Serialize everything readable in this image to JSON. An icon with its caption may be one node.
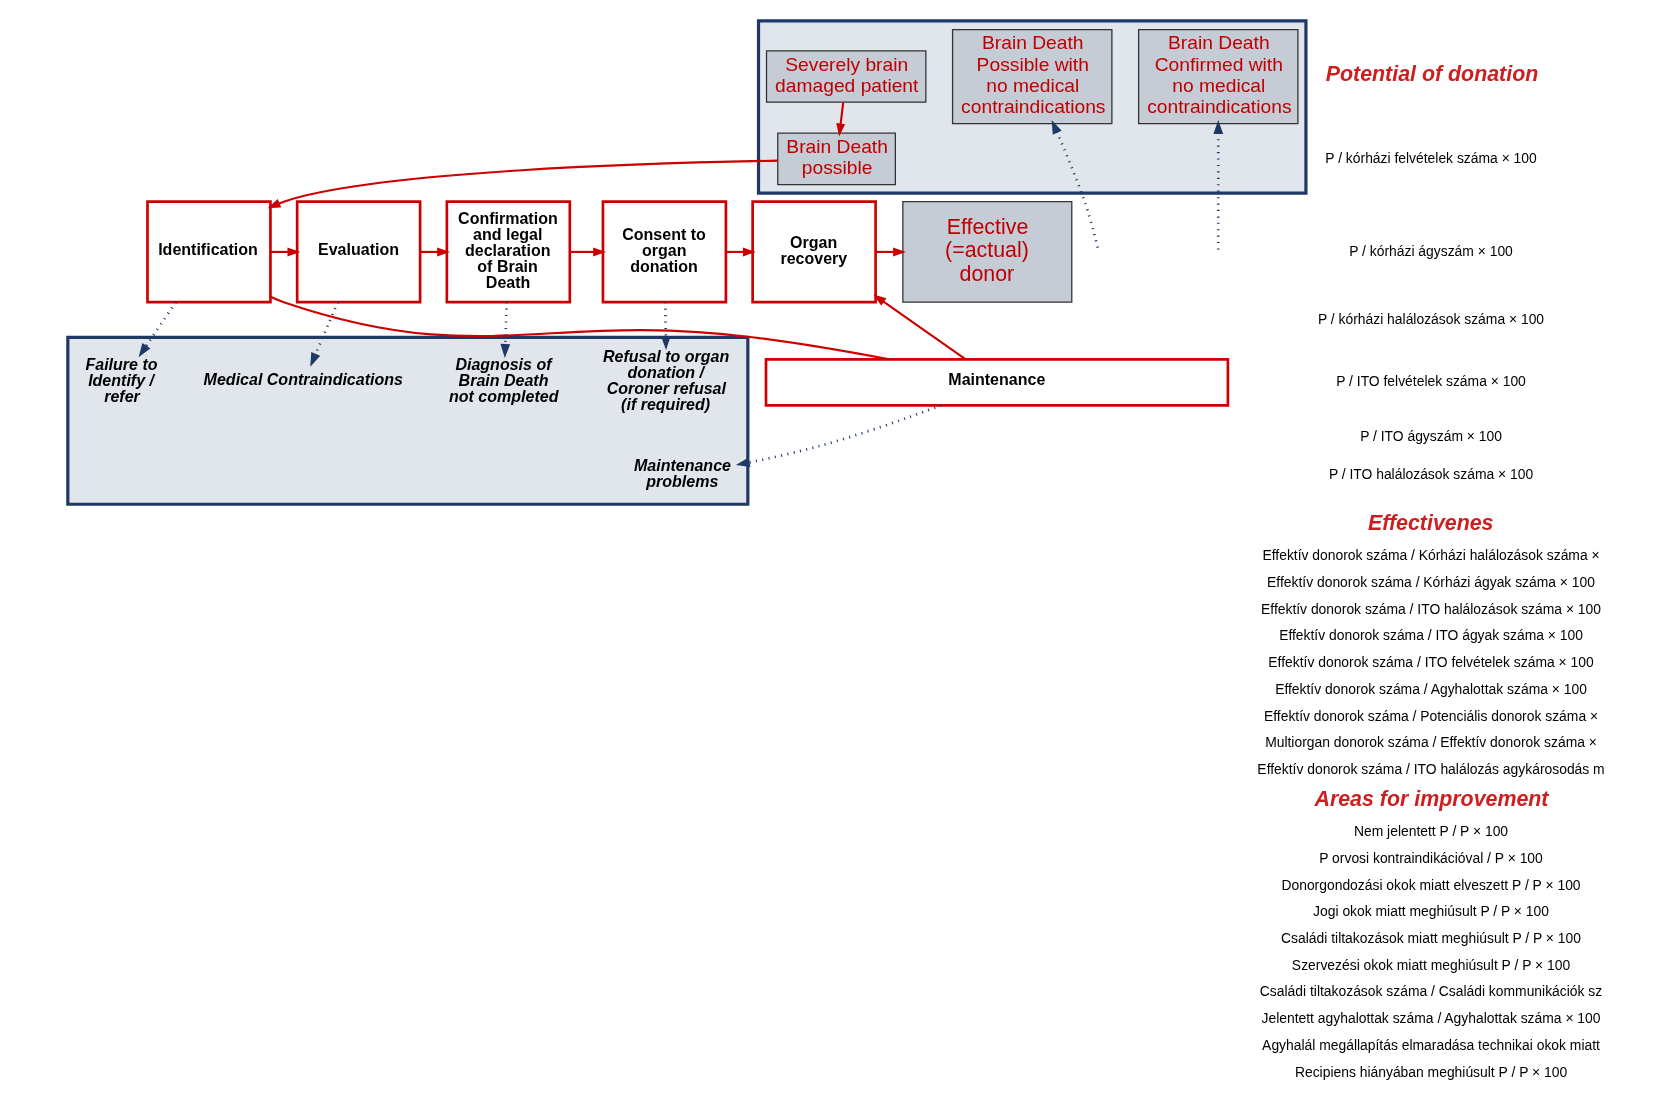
{
  "diagram": {
    "nodes": [
      {
        "text": [],
        "shape": "box"
      },
      {
        "text": [
          "Severely brain damaged patient"
        ],
        "in": 0
      },
      {
        "text": [
          "Brain Death possible"
        ],
        "in": 0
      },
      {
        "text": [
          "Brain Death Possible with no medical contraindications"
        ],
        "in": 0
      },
      {
        "text": [
          "Brain Death Confirmed with no medical contraindications"
        ],
        "in": 0
      },
      {
        "text": [
          "Identification"
        ]
      },
      {
        "text": [
          "Evaluation"
        ]
      },
      {
        "text": [
          "Confirmation and legal declaration of Brain Death"
        ]
      },
      {
        "text": [
          "Consent to organ donation"
        ]
      },
      {
        "text": [
          "Organ recovery"
        ]
      },
      {
        "text": [
          "Effective (=actual) donor"
        ]
      },
      {
        "text": [
          "Maintenance"
        ]
      },
      {
        "text": [],
        "shape": "box"
      },
      {
        "text": [
          "Failure to Identify / refer"
        ],
        "in": 12
      },
      {
        "text": [
          "Medical Contraindications"
        ],
        "in": 12
      },
      {
        "text": [
          "Diagnosis of Brain Death not completed"
        ],
        "in": 12
      },
      {
        "text": [
          "Refusal to organ donation / Coroner refusal (if required)"
        ],
        "in": 12
      },
      {
        "text": [
          "Maintenance problems"
        ],
        "in": 12
      }
    ],
    "edges": [
      {
        "from": 1,
        "to": 2,
        "arrow": "to"
      },
      {
        "from": 2,
        "to": 5,
        "arrow": "to"
      },
      {
        "from": 5,
        "to": 6,
        "arrow": "to"
      },
      {
        "from": 6,
        "to": 7,
        "arrow": "to"
      },
      {
        "from": 7,
        "to": 8,
        "arrow": "to"
      },
      {
        "from": 8,
        "to": 9,
        "arrow": "to"
      },
      {
        "from": 9,
        "to": 10,
        "arrow": "to"
      },
      {
        "from": null,
        "to": 3,
        "arrow": "to",
        "style": "dashed",
        "color": "#1f3864"
      },
      {
        "from": null,
        "to": 4,
        "arrow": "to",
        "style": "dashed",
        "color": "#1f3864"
      },
      {
        "from": 5,
        "to": 11,
        "arrow": "none"
      },
      {
        "from": 11,
        "to": 9,
        "arrow": "to"
      },
      {
        "from": 5,
        "to": 13,
        "arrow": "to",
        "style": "dashed",
        "color": "#1f3864"
      },
      {
        "from": 6,
        "to": 14,
        "arrow": "to",
        "style": "dashed",
        "color": "#1f3864"
      },
      {
        "from": 7,
        "to": 15,
        "arrow": "to",
        "style": "dashed",
        "color": "#1f3864"
      },
      {
        "from": 8,
        "to": 16,
        "arrow": "to",
        "style": "dashed",
        "color": "#1f3864"
      },
      {
        "from": 11,
        "to": 17,
        "arrow": "to",
        "style": "dashed",
        "color": "#1f3864"
      }
    ],
    "labels": [
      "Potential of donation",
      "P / kórházi felvételek száma × 100",
      "P / kórházi ágyszám × 100",
      "P / kórházi halálozások száma × 100",
      "P / ITO felvételek száma × 100",
      "P / ITO ágyszám × 100",
      "P / ITO halálozások száma × 100",
      "Effectivenes",
      "Effektív donorok száma / Kórházi halálozások száma ×",
      "Effektív donorok száma / Kórházi ágyak száma × 100",
      "Effektív donorok száma / ITO halálozások száma × 100",
      "Effektív donorok száma / ITO ágyak száma × 100",
      "Effektív donorok száma / ITO felvételek száma × 100",
      "Effektív donorok száma / Agyhalottak száma × 100",
      "Effektív donorok száma / Potenciális donorok száma ×",
      "Multiorgan donorok száma / Effektív donorok száma ×",
      "Effektív donorok száma / ITO halálozás agykárosodás m",
      "Areas for improvement",
      "Nem jelentett P / P × 100",
      "P orvosi kontraindikációval / P × 100",
      "Donorgondozási okok miatt elveszett P / P × 100",
      "Jogi okok miatt meghiúsult P / P × 100",
      "Családi tiltakozások miatt meghiúsult P / P × 100",
      "Szervezési okok miatt meghiúsult P / P × 100",
      "Családi tiltakozások száma / Családi kommunikációk sz",
      "Jelentett agyhalottak száma / Agyhalottak száma × 100",
      "Agyhalál megállapítás elmaradása technikai okok miatt",
      "Recipiens hiányában meghiúsult P / P × 100"
    ]
  }
}
